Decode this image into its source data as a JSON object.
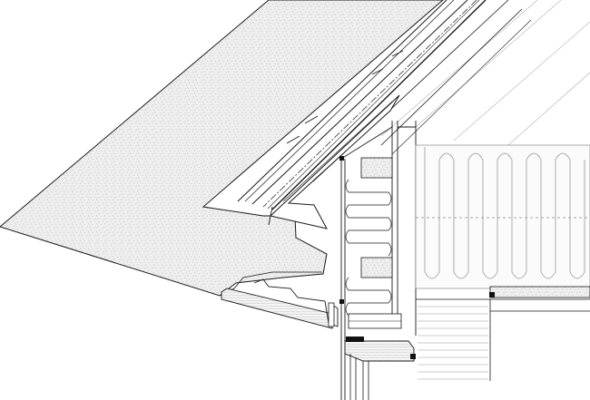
{
  "drawing": {
    "type": "architectural-section-detail",
    "subject": "roof-eave-wall-junction",
    "text_labels": [],
    "colors": {
      "background": "#ffffff",
      "line": "#1a1a1a",
      "thin_line": "#8a8a8a",
      "concrete_fill": "#eeeeee",
      "concrete_speckle": "#9a9a9a",
      "insulation_fill": "#fbfbfb",
      "solid_block": "#111111"
    },
    "components": [
      "sprayed-concrete-roof-slab",
      "roof-membrane-layers",
      "rafter-frame",
      "soffit-board",
      "fascia-profile",
      "wall-batt-insulation",
      "floor-batt-insulation",
      "timber-beam-section",
      "window-head-frame",
      "floor-boarding"
    ]
  }
}
